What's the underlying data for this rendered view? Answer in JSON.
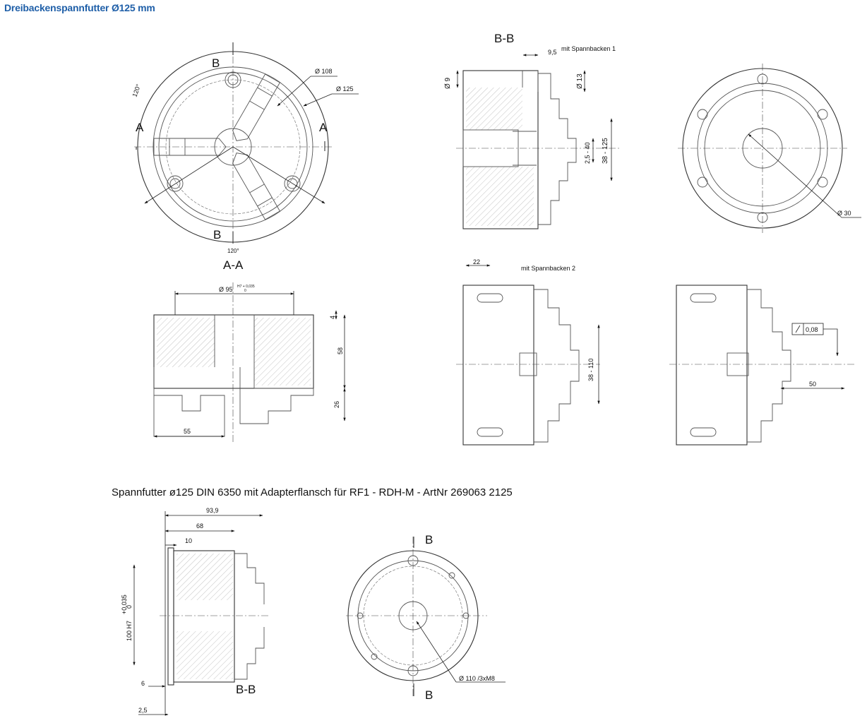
{
  "title": "Dreibackenspannfutter Ø125 mm",
  "subtitle": "Spannfutter ø125 DIN 6350 mit Adapterflansch für RF1 - RDH-M - ArtNr 269063 2125",
  "colors": {
    "title": "#1f5fa8",
    "line": "#555555",
    "dimension": "#222222"
  },
  "labels": {
    "section_b": "B",
    "section_a": "A",
    "section_bb": "B-B",
    "section_aa": "A-A",
    "mit_spannbacken_1": "mit Spannbacken 1",
    "mit_spannbacken_2": "mit Spannbacken 2"
  },
  "dimensions": {
    "d108": "Ø  108",
    "d125": "Ø  125",
    "angle_120": "120°",
    "d9": "Ø 9",
    "w9_5": "9,5",
    "d13": "Ø 13",
    "r2_5_40": "2,5 - 40",
    "r38_125": "38 - 125",
    "d30": "Ø  30",
    "w22": "22",
    "r38_110": "38 - 110",
    "runout": "0,08",
    "w50": "50",
    "d95": "Ø  95",
    "d95_tol_upper": "H7 + 0,035",
    "d95_tol_lower": "0",
    "h4": "4",
    "h58": "58",
    "h26": "26",
    "w55": "55",
    "w93_9": "93,9",
    "w68": "68",
    "w10": "10",
    "d100_h7": "100 H7",
    "d100_tol_upper": "+0,035",
    "d100_tol_lower": "0",
    "w6": "6",
    "w2_5": "2,5",
    "d110_bolts": "Ø  110  /3xM8"
  },
  "icons": {
    "runout_symbol": "runout-arrow-icon"
  }
}
